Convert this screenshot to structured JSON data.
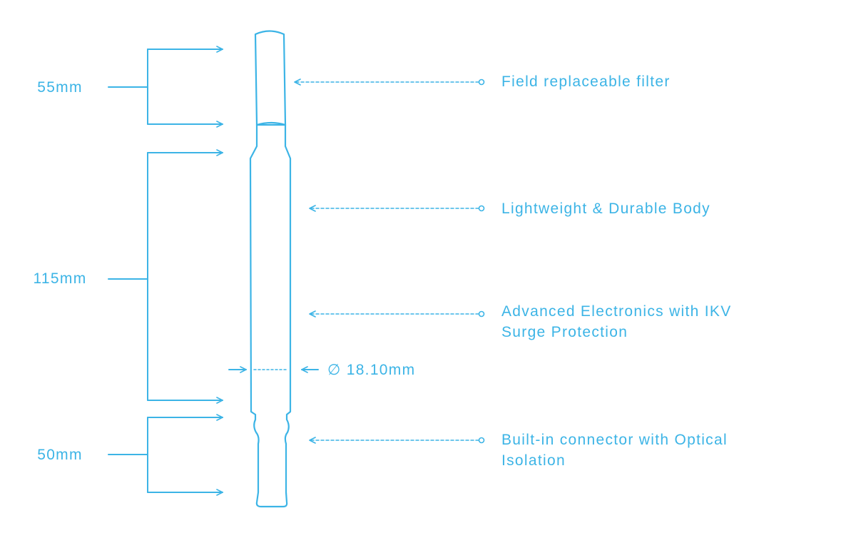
{
  "colors": {
    "stroke": "#3cb4e6",
    "text": "#3cb4e6",
    "background": "#ffffff"
  },
  "dimensions": {
    "filter_length": "55mm",
    "body_length": "115mm",
    "connector_length": "50mm",
    "diameter": "∅ 18.10mm"
  },
  "callouts": {
    "filter": {
      "line1": "Field replaceable filter"
    },
    "body": {
      "line1": "Lightweight & Durable Body"
    },
    "electronics": {
      "line1": "Advanced Electronics with IKV",
      "line2": "Surge Protection"
    },
    "connector": {
      "line1": "Built-in connector with Optical",
      "line2": "Isolation"
    }
  }
}
